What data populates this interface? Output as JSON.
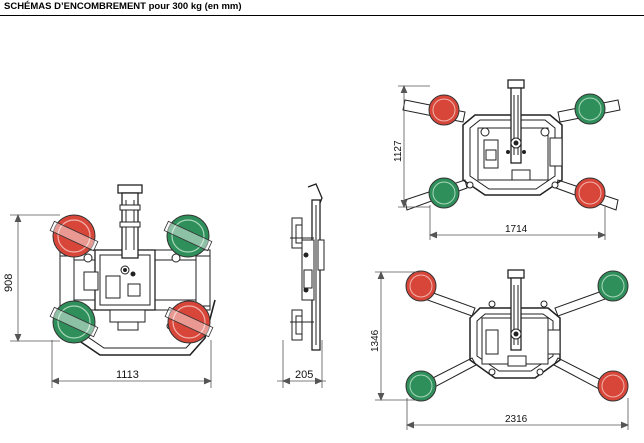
{
  "header": {
    "title": "SCHÉMAS D’ENCOMBREMENT pour 300 kg (en mm)"
  },
  "dimensions": {
    "front_width": "1113",
    "front_height": "908",
    "side_depth": "205",
    "top_right_width": "1714",
    "top_right_height": "1127",
    "bottom_right_width": "2316",
    "bottom_right_height": "1346"
  },
  "colors": {
    "pad_red": "#d8463a",
    "pad_green": "#2f8f5b",
    "line": "#222222",
    "dim_line": "#555555"
  }
}
